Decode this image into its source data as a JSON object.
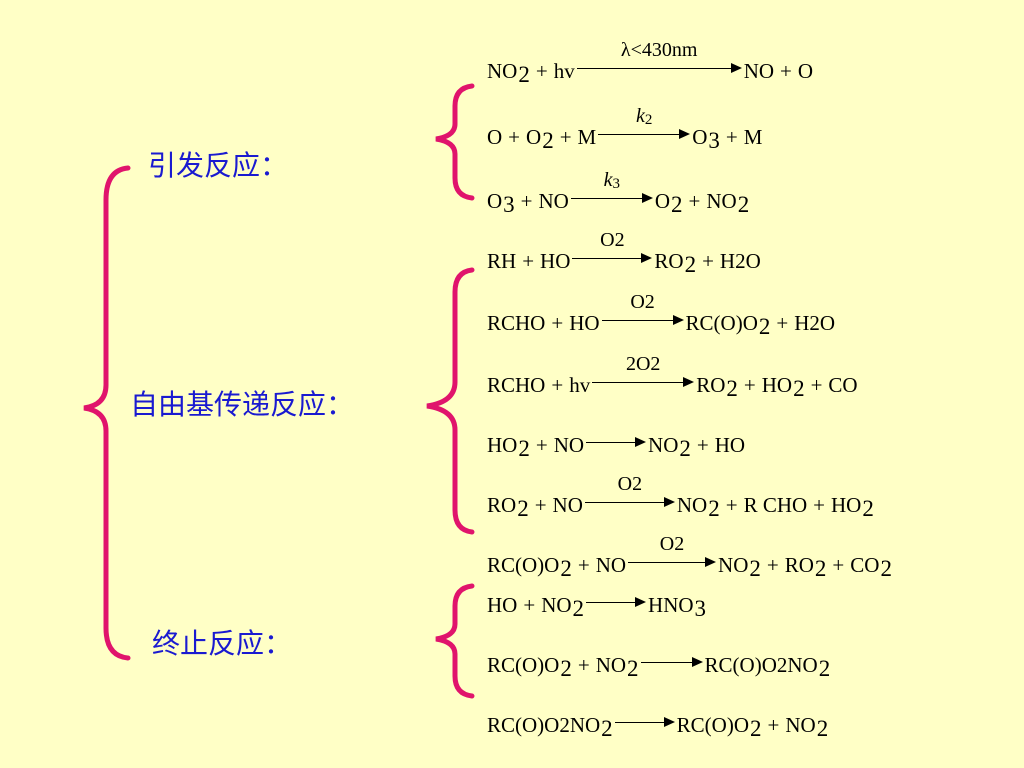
{
  "categories": {
    "initiation": "引发反应：",
    "propagation": "自由基传递反应：",
    "termination": "终止反应："
  },
  "colors": {
    "background": "#ffffc6",
    "brace": "#e0146c",
    "category_text": "#1a1ad0"
  },
  "reactions": {
    "initiation": [
      {
        "lhs": [
          [
            "NO",
            "2"
          ],
          [
            "hv",
            ""
          ]
        ],
        "label": "λ<430nm",
        "rhs": [
          [
            "NO",
            ""
          ],
          [
            "O",
            ""
          ]
        ]
      },
      {
        "lhs": [
          [
            "O",
            ""
          ],
          [
            "O",
            "2"
          ],
          [
            "M",
            ""
          ]
        ],
        "label": "k2",
        "rhs": [
          [
            "O",
            "3"
          ],
          [
            "M",
            ""
          ]
        ]
      },
      {
        "lhs": [
          [
            "O",
            "3"
          ],
          [
            "NO",
            ""
          ]
        ],
        "label": "k3",
        "rhs": [
          [
            "O",
            "2"
          ],
          [
            "NO",
            "2"
          ]
        ]
      }
    ],
    "propagation": [
      {
        "lhs": [
          [
            "RH",
            ""
          ],
          [
            "HO",
            ""
          ]
        ],
        "label": "O2",
        "rhs": [
          [
            "RO",
            "2"
          ],
          [
            "H2O",
            ""
          ]
        ]
      },
      {
        "lhs": [
          [
            "RCHO",
            ""
          ],
          [
            "HO",
            ""
          ]
        ],
        "label": "O2",
        "rhs": [
          [
            "RC(O)O",
            "2"
          ],
          [
            "H2O",
            ""
          ]
        ]
      },
      {
        "lhs": [
          [
            "RCHO",
            ""
          ],
          [
            "hv",
            ""
          ]
        ],
        "label": "2O2",
        "rhs": [
          [
            "RO",
            "2"
          ],
          [
            "HO",
            "2"
          ],
          [
            "CO",
            ""
          ]
        ]
      },
      {
        "lhs": [
          [
            "HO",
            "2"
          ],
          [
            "NO",
            ""
          ]
        ],
        "label": "",
        "rhs": [
          [
            "NO",
            "2"
          ],
          [
            "HO",
            ""
          ]
        ]
      },
      {
        "lhs": [
          [
            "RO",
            "2"
          ],
          [
            "NO",
            ""
          ]
        ],
        "label": "O2",
        "rhs": [
          [
            "NO",
            "2"
          ],
          [
            "R CHO",
            ""
          ],
          [
            "HO",
            "2"
          ]
        ]
      },
      {
        "lhs": [
          [
            "RC(O)O",
            "2"
          ],
          [
            "NO",
            ""
          ]
        ],
        "label": "O2",
        "rhs": [
          [
            "NO",
            "2"
          ],
          [
            "RO",
            "2"
          ],
          [
            "CO",
            "2"
          ]
        ]
      }
    ],
    "termination": [
      {
        "lhs": [
          [
            "HO",
            ""
          ],
          [
            "NO",
            "2"
          ]
        ],
        "label": "",
        "rhs": [
          [
            "HNO",
            "3"
          ]
        ]
      },
      {
        "lhs": [
          [
            "RC(O)O",
            "2"
          ],
          [
            "NO",
            "2"
          ]
        ],
        "label": "",
        "rhs": [
          [
            "RC(O)O2NO",
            "2"
          ]
        ]
      },
      {
        "lhs": [
          [
            "RC(O)O2NO",
            "2"
          ]
        ],
        "label": "",
        "rhs": [
          [
            "RC(O)O",
            "2"
          ],
          [
            "NO",
            "2"
          ]
        ]
      }
    ]
  }
}
